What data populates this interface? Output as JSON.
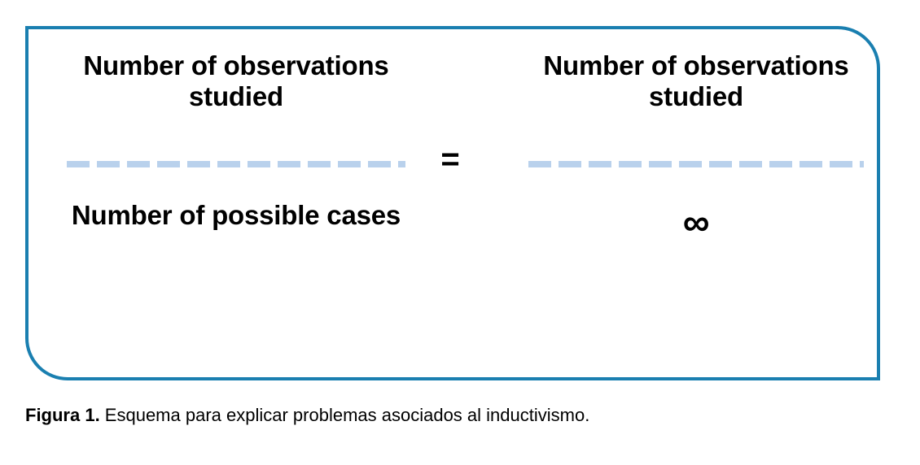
{
  "figure": {
    "border_color": "#1a7fb0",
    "fraction_bar_color": "#b9d1ec",
    "text_color": "#000000",
    "equation": {
      "left_fraction": {
        "numerator": "Number of observations studied",
        "denominator": "Number of possible cases"
      },
      "operator": "=",
      "right_fraction": {
        "numerator": "Number of observations studied",
        "denominator": "∞"
      }
    },
    "caption": {
      "label": "Figura 1.",
      "text": " Esquema para explicar problemas asociados al inductivismo."
    }
  }
}
